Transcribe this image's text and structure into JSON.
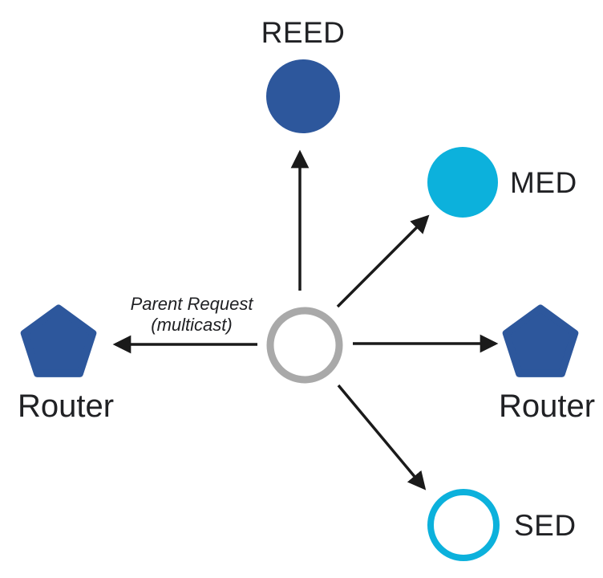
{
  "labels": {
    "reed": "REED",
    "med": "MED",
    "sed": "SED",
    "router_left": "Router",
    "router_right": "Router",
    "annotation_line1": "Parent Request",
    "annotation_line2": "(multicast)"
  },
  "colors": {
    "node_blue": "#2d579c",
    "node_cyan": "#0cb1dc",
    "center_ring_gray": "#a9a9a9",
    "arrow": "#1a1a1a",
    "text": "#202124",
    "background": "#ffffff"
  },
  "structure": {
    "type": "network-topology-diagram",
    "center_node": {
      "shape": "circle-outline-gray",
      "annotation": "Parent Request (multicast)"
    },
    "nodes": [
      {
        "id": "reed",
        "label": "REED",
        "shape": "circle",
        "fill": "blue",
        "position": "top"
      },
      {
        "id": "med",
        "label": "MED",
        "shape": "circle",
        "fill": "cyan",
        "position": "upper-right"
      },
      {
        "id": "router-right",
        "label": "Router",
        "shape": "pentagon",
        "fill": "blue",
        "position": "right"
      },
      {
        "id": "sed",
        "label": "SED",
        "shape": "circle-outline",
        "fill": "white",
        "position": "lower-right"
      },
      {
        "id": "router-left",
        "label": "Router",
        "shape": "pentagon",
        "fill": "blue",
        "position": "left"
      }
    ],
    "edges": [
      {
        "from": "center",
        "to": "reed",
        "type": "arrow",
        "label": "Parent Request (multicast)"
      },
      {
        "from": "center",
        "to": "med",
        "type": "arrow",
        "label": "Parent Request (multicast)"
      },
      {
        "from": "center",
        "to": "router-right",
        "type": "arrow",
        "label": "Parent Request (multicast)"
      },
      {
        "from": "center",
        "to": "sed",
        "type": "arrow",
        "label": "Parent Request (multicast)"
      },
      {
        "from": "center",
        "to": "router-left",
        "type": "arrow",
        "label": "Parent Request (multicast)"
      }
    ]
  }
}
